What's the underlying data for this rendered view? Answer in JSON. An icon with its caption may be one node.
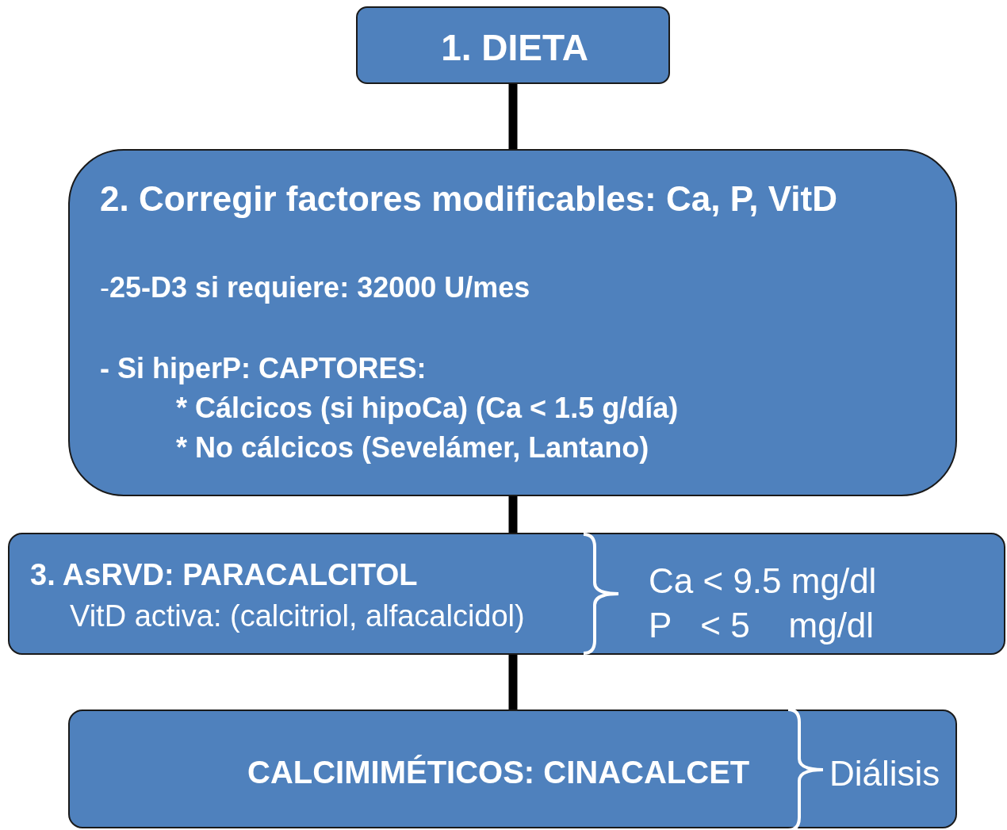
{
  "diagram": {
    "nodes": [
      {
        "text": [
          "1. DIETA"
        ]
      },
      {
        "text": [
          "2. Corregir factores modificables: Ca, P, VitD",
          "-**25-D3 si requiere: 32000 U/mes**",
          "- **Si hiperP: CAPTORES:**",
          "* Cálcicos (si hipoCa) (Ca < 1.5 g/día)",
          "* No cálcicos (Sevelámer, Lantano)"
        ]
      },
      {
        "text": [
          "3. AsRVD: PARACALCITOL",
          "VitD activa: (calcitriol, alfacalcidol)",
          "Ca < 9.5 mg/dl",
          "P   < 5    mg/dl"
        ]
      },
      {
        "text": [
          "CALCIMIMÉTICOS: CINACALCET",
          "Diálisis"
        ]
      }
    ],
    "edges": [
      {
        "from": 0,
        "to": 1,
        "arrow": "none"
      },
      {
        "from": 1,
        "to": 2,
        "arrow": "none"
      },
      {
        "from": 2,
        "to": 3,
        "arrow": "none"
      }
    ]
  }
}
